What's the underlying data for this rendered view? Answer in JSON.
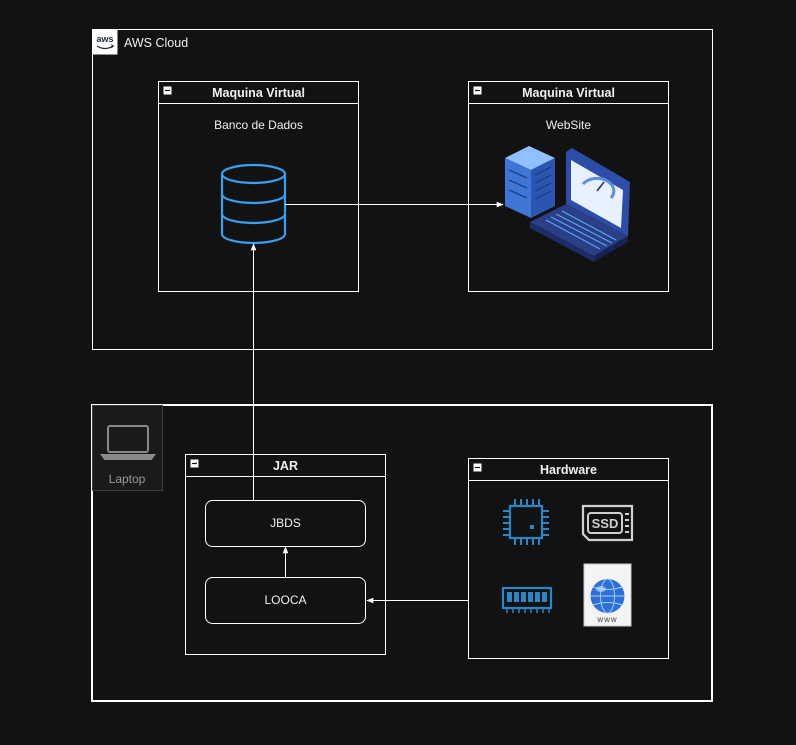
{
  "aws_cloud": {
    "label": "AWS Cloud",
    "logo_text": "aws"
  },
  "vm_database": {
    "title": "Maquina Virtual",
    "label": "Banco de Dados",
    "icon": "database-icon"
  },
  "vm_website": {
    "title": "Maquina Virtual",
    "label": "WebSite",
    "icon": "website-dashboard-icon"
  },
  "laptop": {
    "label": "Laptop",
    "icon": "laptop-icon"
  },
  "jar": {
    "title": "JAR",
    "nodes": [
      {
        "label": "JBDS"
      },
      {
        "label": "LOOCA"
      }
    ]
  },
  "hardware": {
    "title": "Hardware",
    "icons": [
      "cpu-icon",
      "ssd-icon",
      "ram-icon",
      "network-globe-icon"
    ],
    "ssd_text": "SSD",
    "www_text": "www"
  },
  "colors": {
    "background": "#121212",
    "stroke": "#ffffff",
    "database_blue": "#3aa0f3",
    "chip_blue": "#2b86c8"
  }
}
